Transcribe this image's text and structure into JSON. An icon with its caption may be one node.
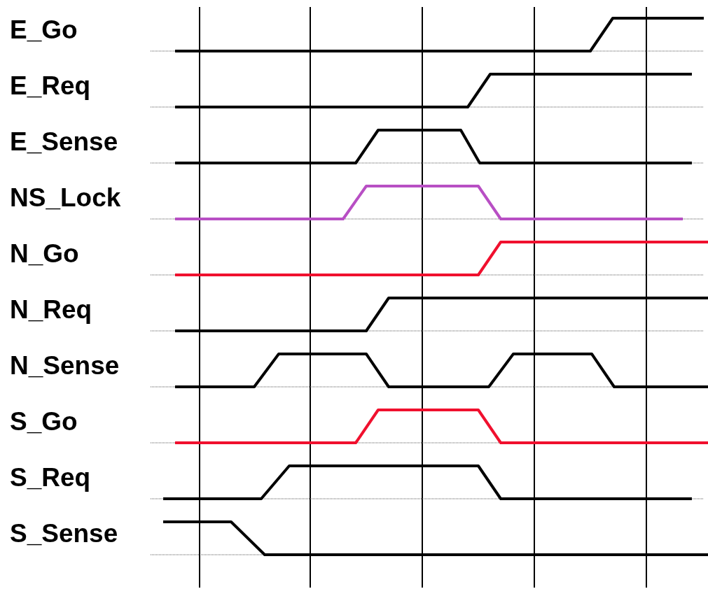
{
  "diagram": {
    "labels": [
      "E_Go",
      "E_Req",
      "E_Sense",
      "NS_Lock",
      "N_Go",
      "N_Req",
      "N_Sense",
      "S_Go",
      "S_Req",
      "S_Sense"
    ]
  }
}
